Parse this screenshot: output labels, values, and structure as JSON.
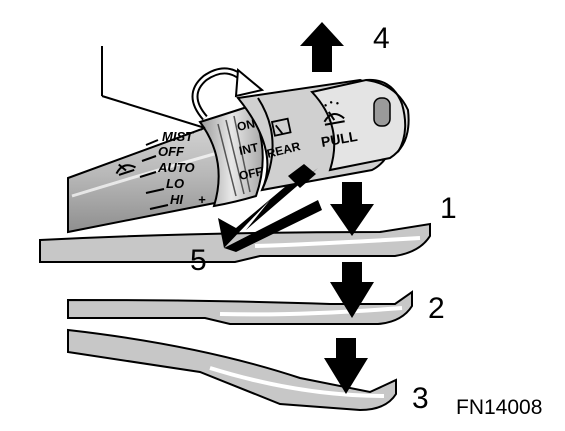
{
  "diagram": {
    "labels": {
      "position_1": "1",
      "position_2": "2",
      "position_3": "3",
      "position_4": "4",
      "position_5": "5"
    },
    "figure_code": "FN14008",
    "lever_markings": [
      "MIST",
      "OFF",
      "AUTO",
      "LO",
      "HI"
    ],
    "lever_plus": "+",
    "lever_minus": "-",
    "rear_switch_markings": [
      "ON",
      "INT",
      "OFF",
      "REAR"
    ],
    "knob_label": "PULL",
    "icons": [
      "front-wiper-washer-icon",
      "rear-wiper-icon",
      "washer-spray-icon",
      "rotate-arrow-icon"
    ]
  }
}
